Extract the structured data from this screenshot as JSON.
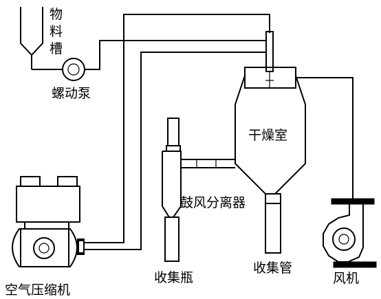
{
  "labels": {
    "material_tank": [
      "物",
      "料",
      "槽"
    ],
    "screw_pump": "螺动泵",
    "drying_chamber": "干燥室",
    "cyclone_separator": "鼓风分离器",
    "collection_bottle": "收集瓶",
    "collection_pipe": "收集管",
    "air_compressor": "空气压缩机",
    "blower": "风机"
  }
}
